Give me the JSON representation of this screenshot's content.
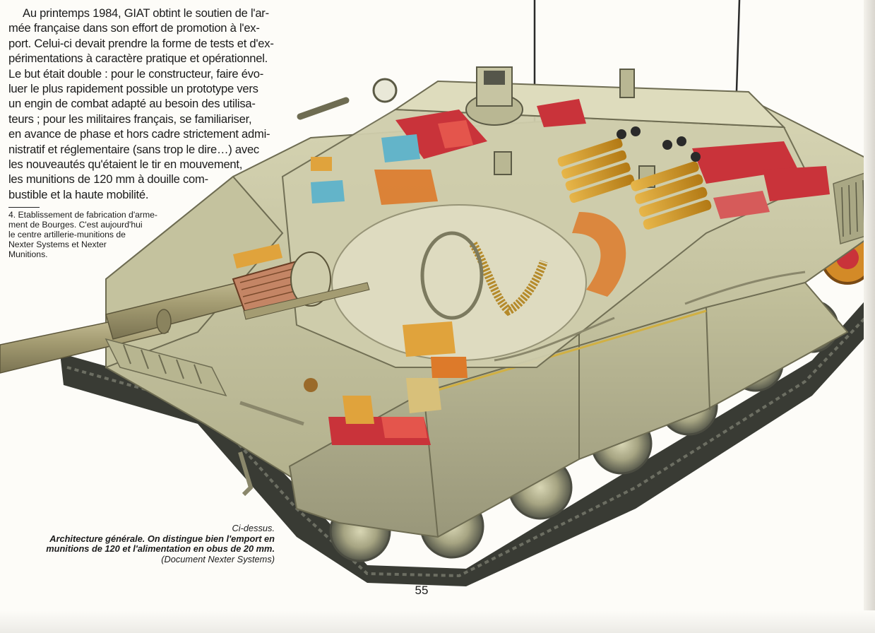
{
  "body_text": {
    "lines": [
      "Au printemps 1984, GIAT obtint le soutien de l'ar-",
      "mée française dans son effort de promotion à l'ex-",
      "port. Celui-ci devait prendre la forme de tests et d'ex-",
      "périmentations à caractère pratique et opérationnel.",
      "Le but était double : pour le constructeur, faire évo-",
      "luer le plus rapidement possible un prototype vers",
      "un engin de combat adapté au besoin des utilisa-",
      "teurs ; pour les militaires français, se familiariser,",
      "en avance de phase et hors cadre strictement admi-",
      "nistratif et réglementaire (sans trop le dire…) avec",
      "les nouveautés qu'étaient le tir en mouvement,",
      "les munitions de 120 mm à douille com-",
      "bustible et la haute mobilité."
    ]
  },
  "footnote": {
    "lines": [
      "4. Etablissement de fabrication d'arme-",
      "ment de Bourges. C'est aujourd'hui",
      "le centre artillerie-munitions de",
      "Nexter Systems et Nexter",
      "Munitions."
    ]
  },
  "caption": {
    "lead": "Ci-dessus.",
    "bold_line_1": "Architecture générale. On distingue bien l'emport en",
    "bold_line_2": "munitions de 120 et l'alimentation en obus de 20 mm.",
    "credit": "(Document Nexter Systems)"
  },
  "page_number": "55",
  "illustration": {
    "subject": "tank-cutaway-illustration",
    "colors": {
      "hull": "#c7c5a0",
      "hull_shadow": "#9d9b78",
      "track": "#3b3d35",
      "wheel": "#a9a784",
      "ammo": "#d59a24",
      "stowage_red": "#c9333a",
      "orange_part": "#dd7a2a",
      "blue_part": "#63b4c9",
      "barrel": "#aba37c"
    }
  }
}
